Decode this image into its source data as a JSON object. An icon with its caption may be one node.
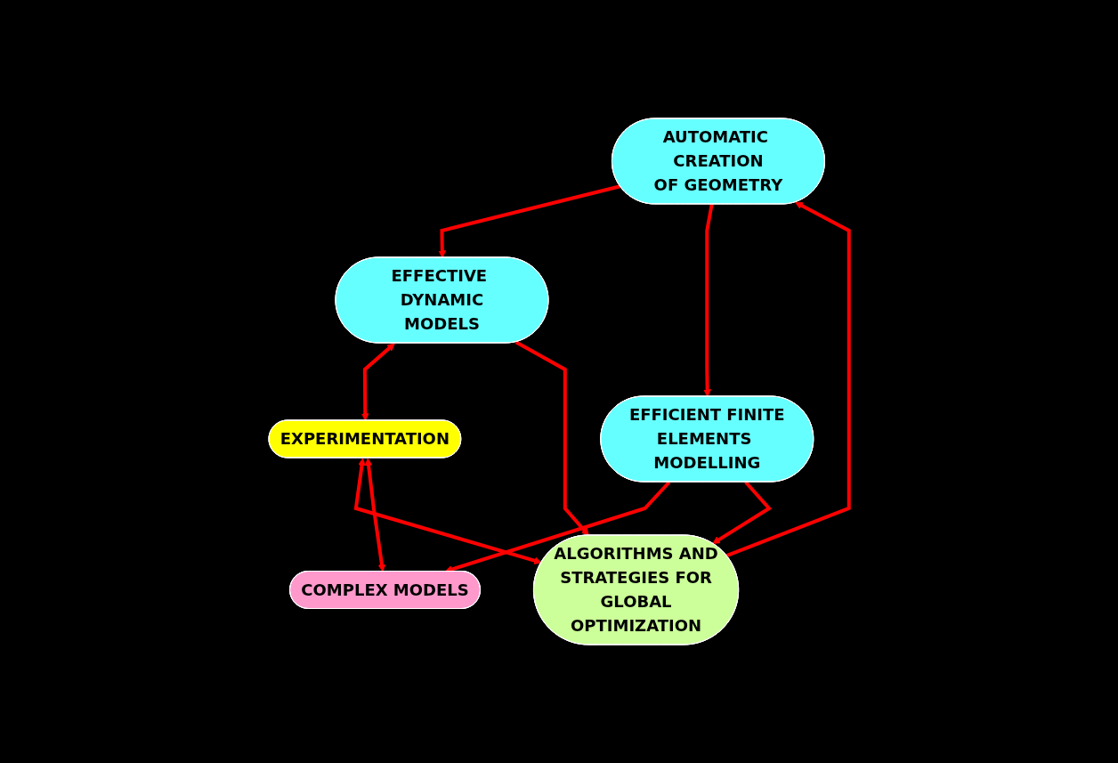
{
  "diagram": {
    "nodes": [
      {
        "text": [
          "AUTOMATIC CREATION OF GEOMETRY"
        ]
      },
      {
        "text": [
          "EFFECTIVE DYNAMIC MODELS"
        ]
      },
      {
        "text": [
          "EFFICIENT FINITE ELEMENTS MODELLING"
        ]
      },
      {
        "text": [
          "EXPERIMENTATION"
        ]
      },
      {
        "text": [
          "ALGORITHMS AND STRATEGIES FOR GLOBAL OPTIMIZATION"
        ]
      },
      {
        "text": [
          "COMPLEX MODELS"
        ]
      }
    ],
    "edges": [
      {
        "from": 0,
        "to": 1,
        "arrow": "to"
      },
      {
        "from": 0,
        "to": 2,
        "arrow": "to"
      },
      {
        "from": 1,
        "to": 3,
        "arrow": "both"
      },
      {
        "from": 1,
        "to": 4,
        "arrow": "to"
      },
      {
        "from": 2,
        "to": 5,
        "arrow": "to"
      },
      {
        "from": 3,
        "to": 4,
        "arrow": "both"
      },
      {
        "from": 3,
        "to": 5,
        "arrow": "both"
      },
      {
        "from": 2,
        "to": 4,
        "arrow": "to"
      },
      {
        "from": 4,
        "to": 0,
        "arrow": "to"
      }
    ]
  }
}
